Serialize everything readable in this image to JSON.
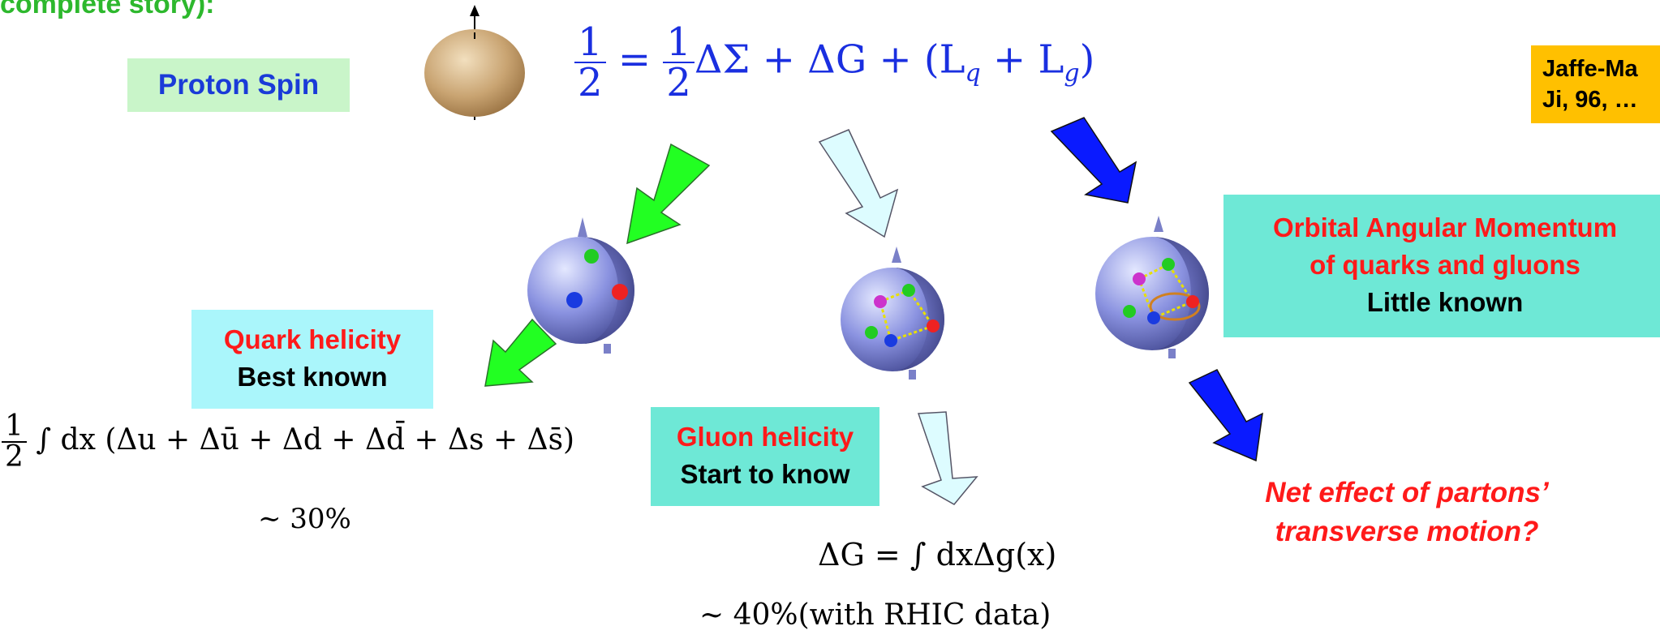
{
  "header_fragment": "complete story):",
  "labels": {
    "proton_spin": "Proton Spin",
    "jaffe": "Jaffe-Ma",
    "ji": "Ji, 96, …",
    "quark_title": "Quark helicity",
    "quark_sub": "Best known",
    "gluon_title": "Gluon helicity",
    "gluon_sub": "Start to know",
    "oam_line1": "Orbital Angular Momentum",
    "oam_line2": "of quarks and gluons",
    "oam_sub": "Little known",
    "net_line1": "Net effect of partons’",
    "net_line2": "transverse motion?"
  },
  "math": {
    "main_lhs_num": "1",
    "main_lhs_den": "2",
    "main_eq": "=",
    "main_rhs_num": "1",
    "main_rhs_den": "2",
    "main_rest": "ΔΣ + ΔG + (L",
    "main_lq_sub": "q",
    "main_plus": " + L",
    "main_lg_sub": "g",
    "main_close": ")",
    "quark_int_num": "1",
    "quark_int_den": "2",
    "quark_int_body": "∫ dx (Δu + Δū + Δd + Δd̄ + Δs + Δs̄)",
    "quark_pct": "∼ 30%",
    "gluon_int": "ΔG = ∫ dxΔg(x)",
    "gluon_pct": "∼ 40%(with RHIC data)"
  },
  "colors": {
    "header_green": "#2db82d",
    "proton_box": "#c9f5c9",
    "proton_text": "#1a3bd8",
    "jaffe_box": "#ffc000",
    "quark_box": "#aaf6fb",
    "gluon_box": "#6ee8d6",
    "oam_box": "#6ee8d6",
    "green_arrow": "#22ff22",
    "light_arrow": "#ddfcff",
    "blue_arrow": "#0a1aff",
    "formula_blue": "#1a2fe0"
  }
}
